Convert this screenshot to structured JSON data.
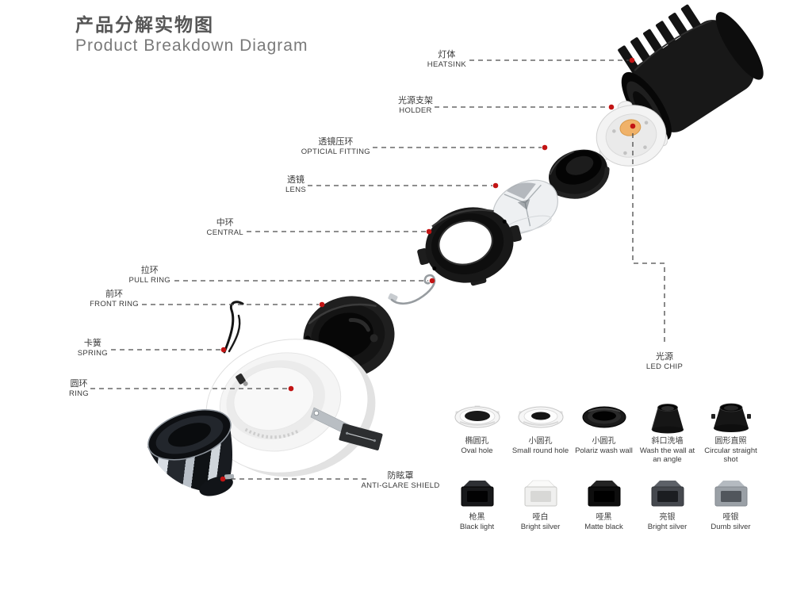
{
  "title": {
    "zh": "产品分解实物图",
    "en": "Product Breakdown Diagram"
  },
  "parts": [
    {
      "id": "heatsink",
      "zh": "灯体",
      "en": "HEATSINK"
    },
    {
      "id": "holder",
      "zh": "光源支架",
      "en": "HOLDER"
    },
    {
      "id": "optical-fitting",
      "zh": "透镜压环",
      "en": "OPTICIAL FITTING"
    },
    {
      "id": "lens",
      "zh": "透镜",
      "en": "LENS"
    },
    {
      "id": "central",
      "zh": "中环",
      "en": "CENTRAL"
    },
    {
      "id": "pull-ring",
      "zh": "拉环",
      "en": "PULL RING"
    },
    {
      "id": "front-ring",
      "zh": "前环",
      "en": "FRONT RING"
    },
    {
      "id": "spring",
      "zh": "卡簧",
      "en": "SPRING"
    },
    {
      "id": "ring",
      "zh": "圆环",
      "en": "RING"
    },
    {
      "id": "led-chip",
      "zh": "光源",
      "en": "LED CHIP"
    },
    {
      "id": "anti-glare-shield",
      "zh": "防眩罩",
      "en": "ANTI-GLARE SHIELD"
    }
  ],
  "variants": {
    "hole_types": [
      {
        "zh": "椭圆孔",
        "en": "Oval hole",
        "color": "#f6f6f6"
      },
      {
        "zh": "小圆孔",
        "en": "Small round hole",
        "color": "#f6f6f6"
      },
      {
        "zh": "小圆孔",
        "en": "Polariz wash wall",
        "color": "#1a1a1a"
      },
      {
        "zh": "斜口洗墙",
        "en": "Wash the wall at an angle",
        "color": "#161616"
      },
      {
        "zh": "圆形直照",
        "en": "Circular straight shot",
        "color": "#161616"
      }
    ],
    "finishes": [
      {
        "zh": "枪黑",
        "en": "Black light",
        "color": "#17181a"
      },
      {
        "zh": "哑白",
        "en": "Bright silver",
        "color": "#f0f0ef"
      },
      {
        "zh": "哑黑",
        "en": "Matte black",
        "color": "#0e0e0e"
      },
      {
        "zh": "亮银",
        "en": "Bright silver",
        "color": "#45484e"
      },
      {
        "zh": "哑银",
        "en": "Dumb silver",
        "color": "#9aa0a6"
      }
    ]
  },
  "colors": {
    "marker": "#c21414",
    "leader": "#4a4a4a",
    "label": "#3a3a3a",
    "title_zh": "#565656",
    "title_en": "#7a7a7a"
  }
}
